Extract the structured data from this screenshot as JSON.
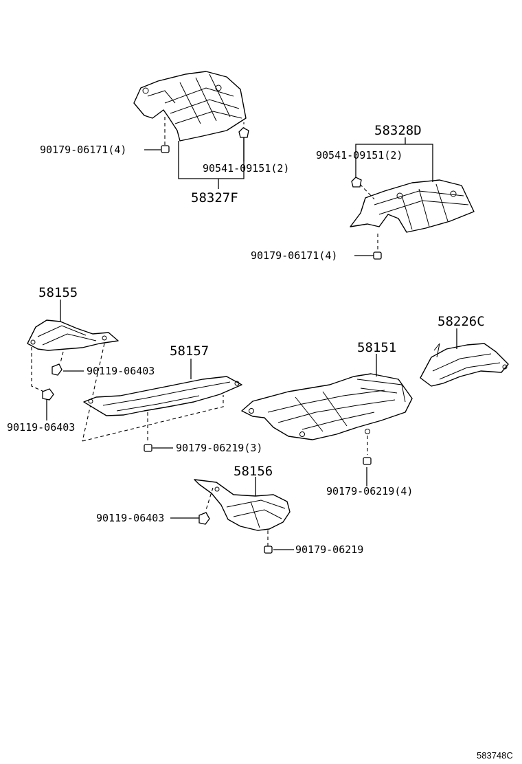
{
  "parts": {
    "p58327F": "58327F",
    "p58328D": "58328D",
    "p58155": "58155",
    "p58157": "58157",
    "p58151": "58151",
    "p58226C": "58226C",
    "p58156": "58156"
  },
  "fasteners": {
    "f1": "90179-06171(4)",
    "f2": "90541-09151(2)",
    "f3": "90541-09151(2)",
    "f4": "90179-06171(4)",
    "f5": "90119-06403",
    "f6": "90119-06403",
    "f7": "90179-06219(3)",
    "f8": "90179-06219(4)",
    "f9": "90119-06403",
    "f10": "90179-06219"
  },
  "diagram_code": "583748C"
}
